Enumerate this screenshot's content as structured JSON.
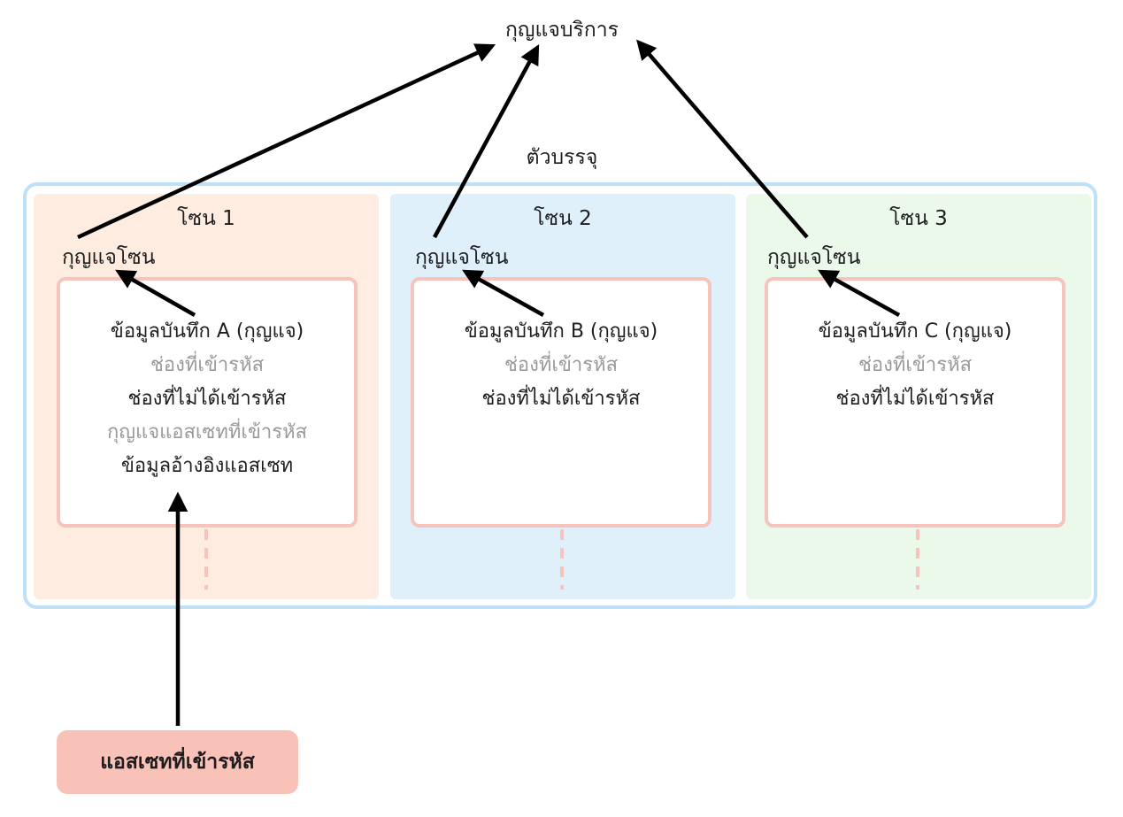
{
  "service_key": "กุญแจบริการ",
  "container_label": "ตัวบรรจุ",
  "zones": [
    {
      "title": "โซน 1",
      "zone_key": "กุญแจโซน",
      "record": {
        "title": "ข้อมูลบันทึก A (กุญแจ)",
        "lines": [
          {
            "text": "ช่องที่เข้ารหัส",
            "style": "gray"
          },
          {
            "text": "ช่องที่ไม่ได้เข้ารหัส",
            "style": "dark"
          },
          {
            "text": "กุญแจแอสเซทที่เข้ารหัส",
            "style": "gray"
          },
          {
            "text": "ข้อมูลอ้างอิงแอสเซท",
            "style": "dark"
          }
        ]
      }
    },
    {
      "title": "โซน 2",
      "zone_key": "กุญแจโซน",
      "record": {
        "title": "ข้อมูลบันทึก B (กุญแจ)",
        "lines": [
          {
            "text": "ช่องที่เข้ารหัส",
            "style": "gray"
          },
          {
            "text": "ช่องที่ไม่ได้เข้ารหัส",
            "style": "dark"
          }
        ]
      }
    },
    {
      "title": "โซน 3",
      "zone_key": "กุญแจโซน",
      "record": {
        "title": "ข้อมูลบันทึก C (กุญแจ)",
        "lines": [
          {
            "text": "ช่องที่เข้ารหัส",
            "style": "gray"
          },
          {
            "text": "ช่องที่ไม่ได้เข้ารหัส",
            "style": "dark"
          }
        ]
      }
    }
  ],
  "encrypted_asset": "แอสเซทที่เข้ารหัส",
  "colors": {
    "container_border": "#bfe0f7",
    "zone_1": "#fdecdf",
    "zone_2": "#e0f0fa",
    "zone_3": "#ebf9ea",
    "record_border": "#f7c4bd",
    "asset_fill": "#f9c2b9",
    "gray_text": "#9a9a9a",
    "arrow": "#000000"
  }
}
